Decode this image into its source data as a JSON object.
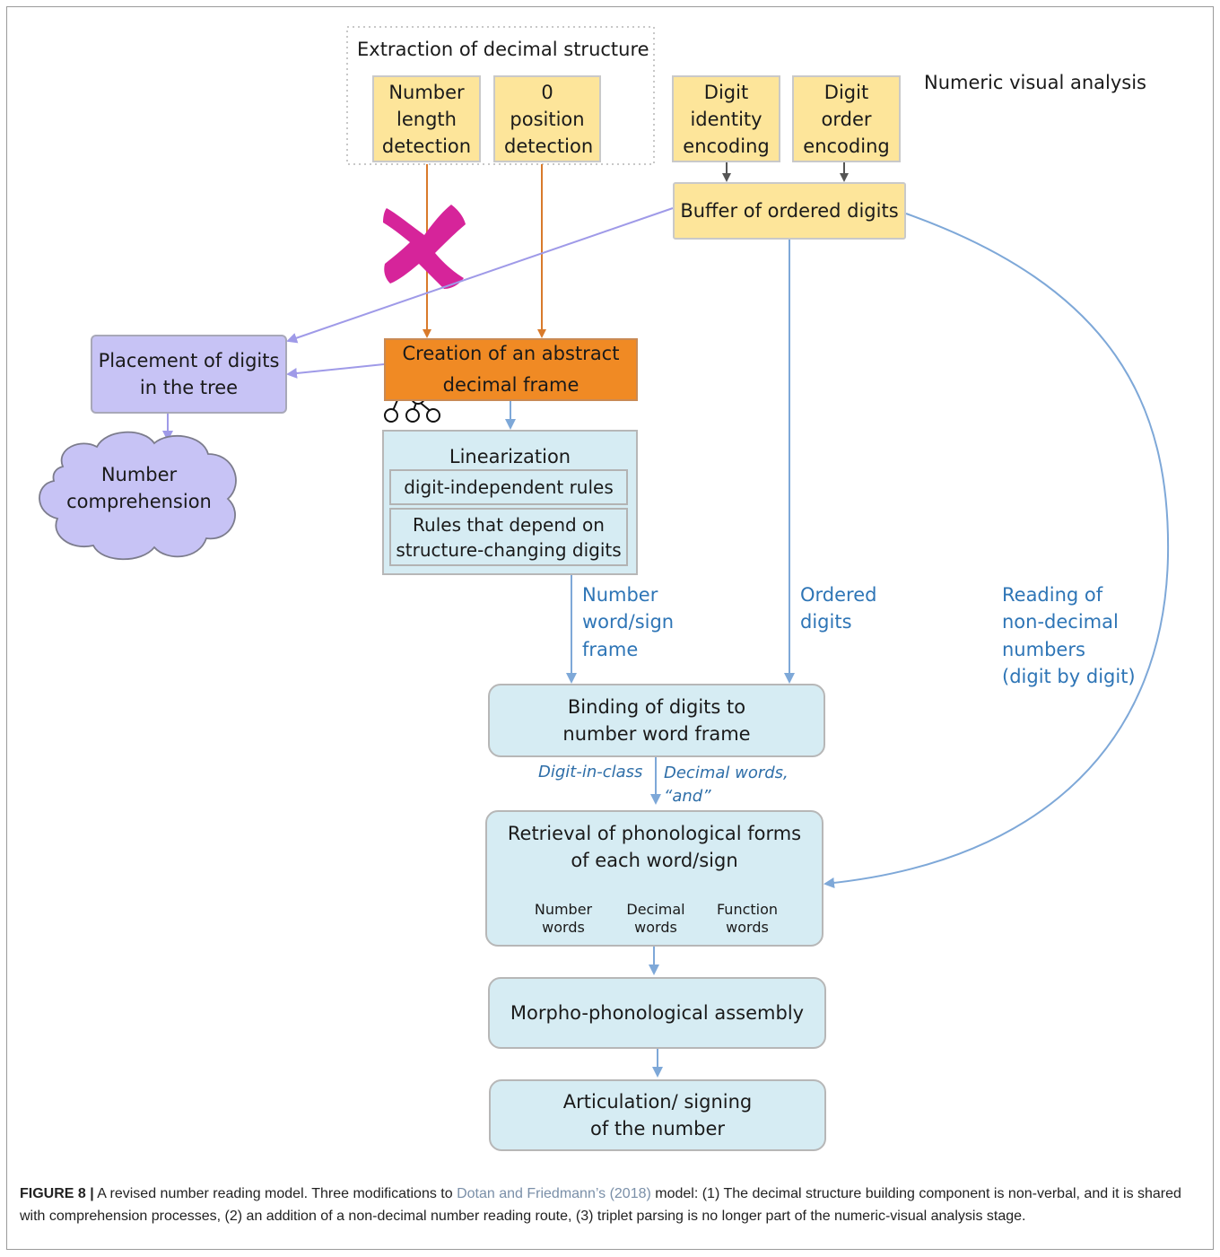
{
  "groups": {
    "decimal_structure": "Extraction of decimal structure",
    "numeric_visual_analysis": "Numeric visual analysis"
  },
  "nodes": {
    "number_length": "Number length detection",
    "zero_position": "0 position detection",
    "digit_identity": "Digit identity encoding",
    "digit_order": "Digit order encoding",
    "buffer": "Buffer of ordered digits",
    "placement_line1": "Placement of digits",
    "placement_line2": "in the tree",
    "comprehension_line1": "Number",
    "comprehension_line2": "comprehension",
    "abstract_frame_line1": "Creation of an abstract",
    "abstract_frame_line2": "decimal frame",
    "linearization": "Linearization",
    "digit_independent_rules": "digit-independent rules",
    "structure_rules_line1": "Rules that depend on",
    "structure_rules_line2": "structure-changing digits",
    "binding_line1": "Binding of digits to",
    "binding_line2": "number word frame",
    "retrieval_line1": "Retrieval of phonological forms",
    "retrieval_line2": "of each word/sign",
    "number_words_1": "Number",
    "number_words_2": "words",
    "decimal_words_1": "Decimal",
    "decimal_words_2": "words",
    "function_words_1": "Function",
    "function_words_2": "words",
    "morpho": "Morpho-phonological assembly",
    "articulation_line1": "Articulation/ signing",
    "articulation_line2": "of the number"
  },
  "edge_labels": {
    "number_word_frame": [
      "Number",
      "word/sign",
      "frame"
    ],
    "ordered_digits": [
      "Ordered",
      "digits"
    ],
    "non_decimal": [
      "Reading of",
      "non-decimal",
      "numbers",
      "(digit by digit)"
    ],
    "digit_in_class": "Digit-in-class",
    "decimal_words_and_1": "Decimal words,",
    "decimal_words_and_2": "“and”"
  },
  "caption": {
    "label": "FIGURE 8 |",
    "text_before_cite": " A revised number reading model. Three modifications to ",
    "cite": "Dotan and Friedmann’s (2018)",
    "text_after_cite": " model: (1) The decimal structure building component is non-verbal, and it is shared with comprehension processes, (2) an addition of a non-decimal number reading route, (3) triplet parsing is no longer part of the numeric-visual analysis stage."
  },
  "colors": {
    "yellow_box": "#fde59a",
    "orange_box": "#f08a24",
    "purple_box": "#c7c3f5",
    "blue_box": "#d6ecf3",
    "orange_arrow": "#d97a2b",
    "purple_arrow": "#9f9ae8",
    "blue_arrow": "#7ea8d8",
    "grey_arrow": "#555555",
    "cross_mark": "#d6249a"
  }
}
